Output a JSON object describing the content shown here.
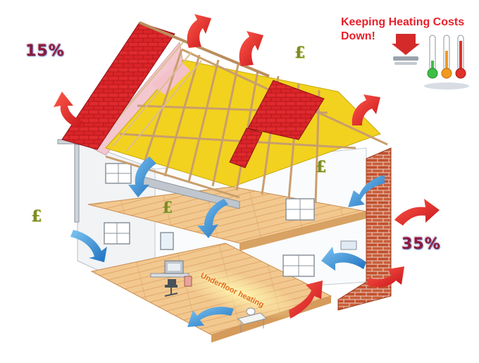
{
  "title": {
    "line1": "Keeping Heating Costs",
    "line2": "Down!"
  },
  "loss_labels": {
    "roof": "15%",
    "walls": "35%"
  },
  "currency_symbol": "£",
  "floor_label": "Underfloor heating",
  "colors": {
    "title": "#e8202a",
    "heat_arrow": "#e8202a",
    "cold_arrow": "#2c8ed6",
    "roof_tile": "#e02a2e",
    "insulation": "#f2d21e",
    "timber": "#e8c79c",
    "floor": "#f1c48b",
    "brick": "#c95f3a",
    "pound": "#7c8a22"
  },
  "icons": [
    "down-arrow-icon",
    "thermometer-icon"
  ]
}
